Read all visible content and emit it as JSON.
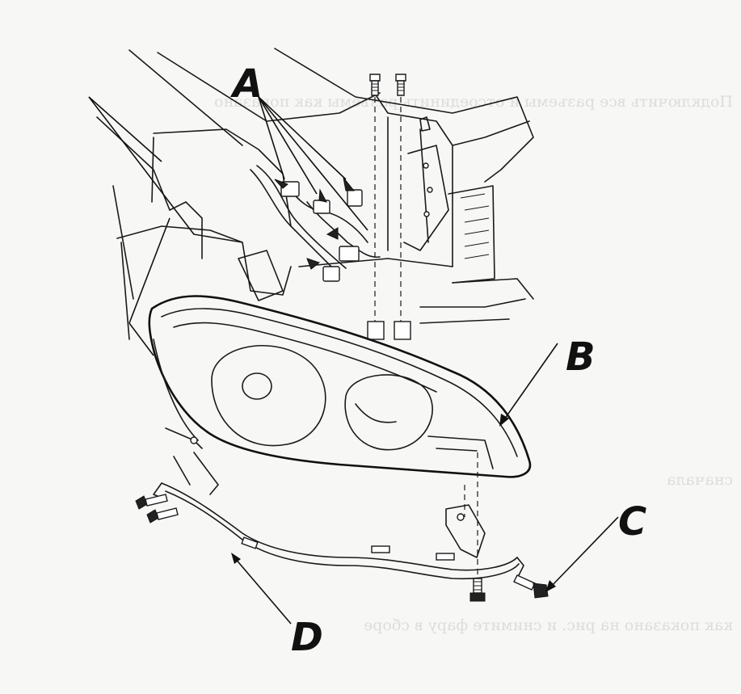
{
  "figure": {
    "callouts": [
      {
        "id": "A",
        "label": "A"
      },
      {
        "id": "B",
        "label": "B"
      },
      {
        "id": "C",
        "label": "C"
      },
      {
        "id": "D",
        "label": "D"
      }
    ]
  },
  "bleed_through": {
    "line_1": "Подключить все разъемы и отсоединить разъемы как показано",
    "line_2": "сначала",
    "line_3": "как показано на рис. и снимите фару в сборе"
  }
}
